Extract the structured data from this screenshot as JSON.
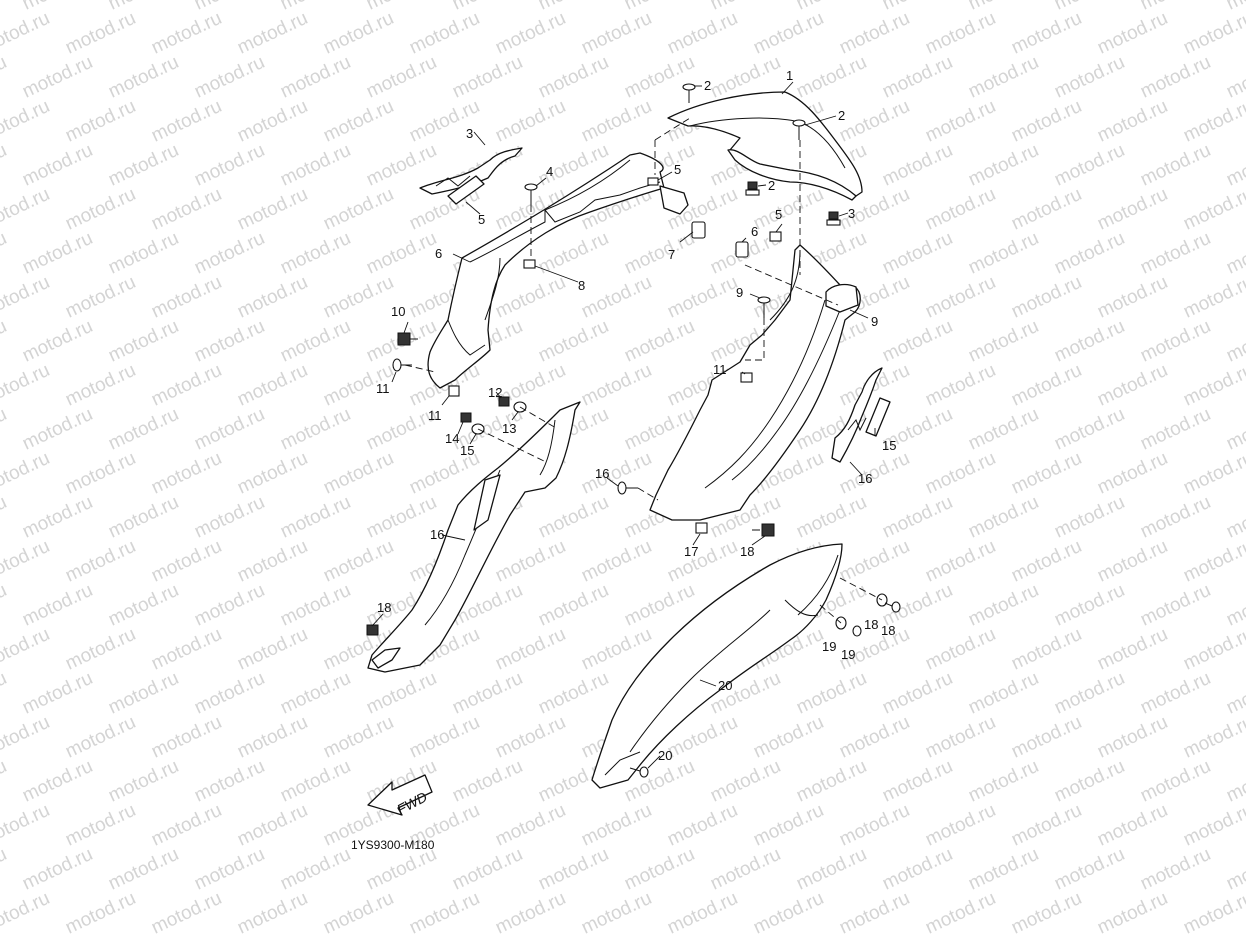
{
  "watermark": "motod.ru",
  "diagram_code": "1YS9300-M180",
  "direction_label": "FWD",
  "callouts": [
    "1",
    "2",
    "2",
    "2",
    "3",
    "3",
    "4",
    "5",
    "5",
    "5",
    "6",
    "6",
    "7",
    "8",
    "9",
    "9",
    "10",
    "11",
    "11",
    "11",
    "12",
    "13",
    "14",
    "15",
    "15",
    "16",
    "16",
    "16",
    "17",
    "18",
    "18",
    "18",
    "18",
    "19",
    "19",
    "20",
    "20"
  ]
}
